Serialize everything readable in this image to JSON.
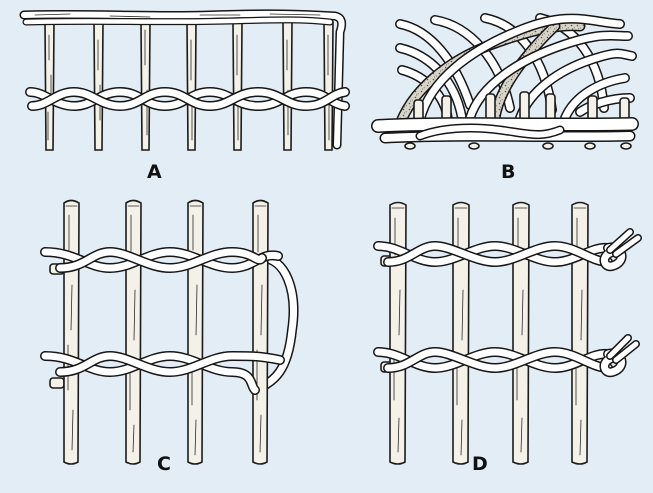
{
  "figure": {
    "background": "#e3edf6",
    "panels": [
      {
        "id": "A",
        "label": "A"
      },
      {
        "id": "B",
        "label": "B"
      },
      {
        "id": "C",
        "label": "C"
      },
      {
        "id": "D",
        "label": "D"
      }
    ]
  }
}
